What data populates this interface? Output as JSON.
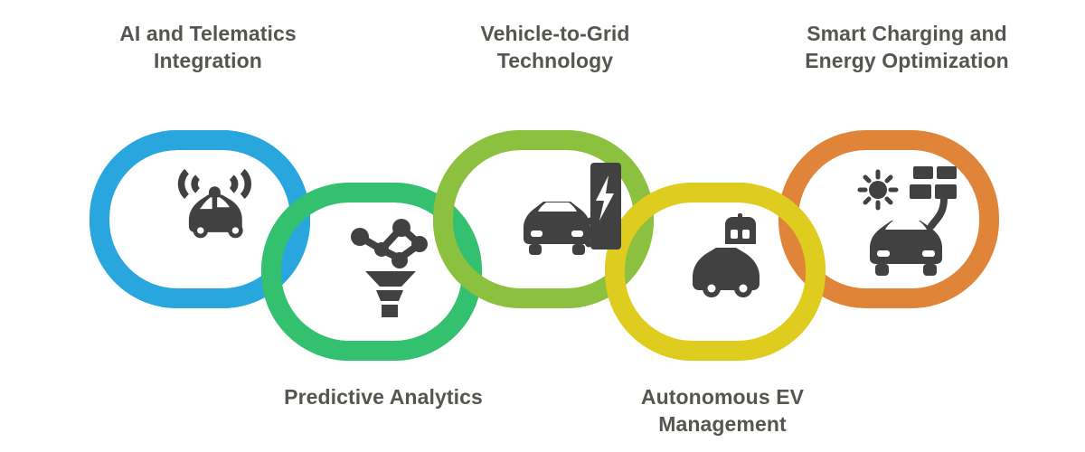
{
  "diagram": {
    "type": "interlocking-chain",
    "background_color": "#ffffff",
    "label_color": "#565651",
    "icon_color": "#414141",
    "links": [
      {
        "id": "link-1",
        "label": "AI and Telematics\nIntegration",
        "label_position": "above",
        "color": "#29A6DD",
        "icon": "self-driving-car-signal-icon"
      },
      {
        "id": "link-2",
        "label": "Predictive Analytics",
        "label_position": "below",
        "color": "#34C16F",
        "icon": "data-funnel-analytics-icon"
      },
      {
        "id": "link-3",
        "label": "Vehicle-to-Grid\nTechnology",
        "label_position": "above",
        "color": "#8CC03F",
        "icon": "ev-charging-station-icon"
      },
      {
        "id": "link-4",
        "label": "Autonomous EV\nManagement",
        "label_position": "below",
        "color": "#DECC1E",
        "icon": "robot-car-icon"
      },
      {
        "id": "link-5",
        "label": "Smart Charging and\nEnergy Optimization",
        "label_position": "above",
        "color": "#DF8438",
        "icon": "solar-powered-car-icon"
      }
    ]
  },
  "labels": {
    "above_1": "AI and Telematics\nIntegration",
    "above_2": "Vehicle-to-Grid\nTechnology",
    "above_3": "Smart Charging and\nEnergy Optimization",
    "below_1": "Predictive Analytics",
    "below_2": "Autonomous EV\nManagement"
  }
}
